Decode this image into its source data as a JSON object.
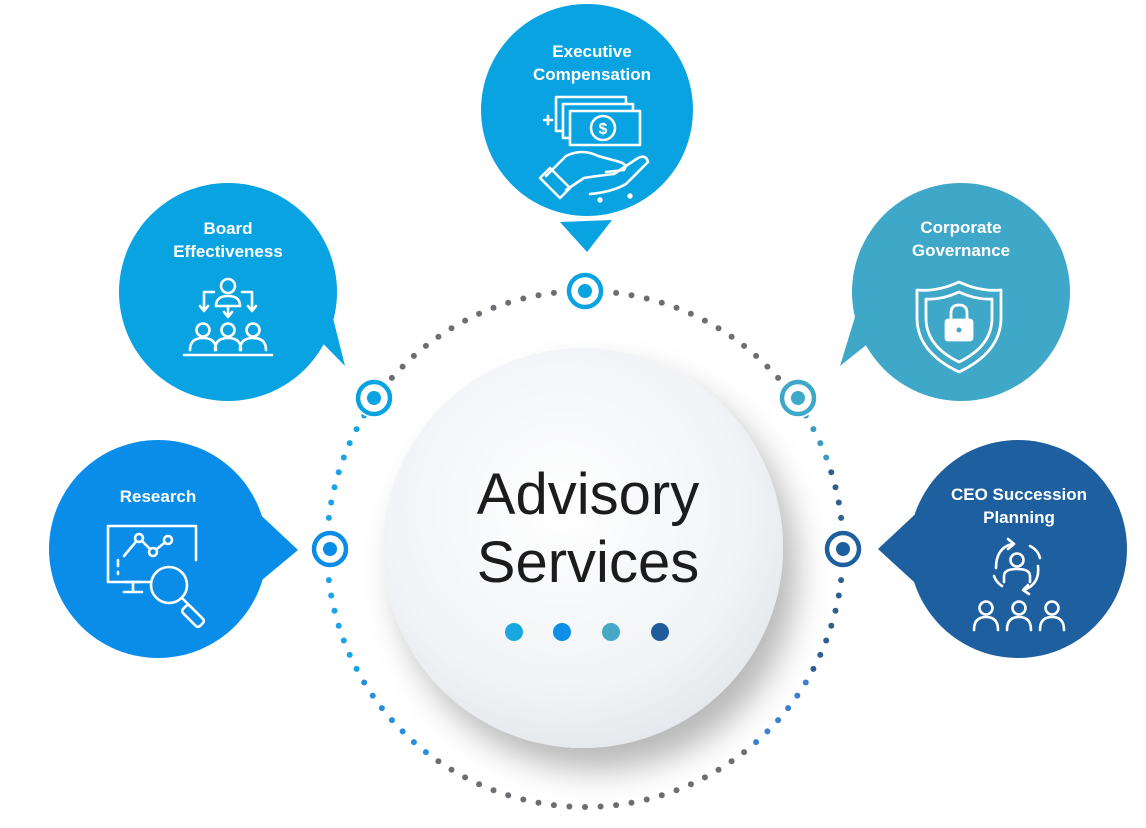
{
  "center": {
    "line1": "Advisory",
    "line2": "Services",
    "dot_colors": [
      "#1aa7e0",
      "#0e8ee6",
      "#46a9c7",
      "#1e5c9a"
    ]
  },
  "services": [
    {
      "key": "executive-compensation",
      "title": [
        "Executive",
        "Compensation"
      ],
      "color": "#0aa3e2",
      "icon": "money-in-hand-icon"
    },
    {
      "key": "board-effectiveness",
      "title": [
        "Board",
        "Effectiveness"
      ],
      "color": "#0aa3e2",
      "icon": "board-meeting-icon"
    },
    {
      "key": "corporate-governance",
      "title": [
        "Corporate",
        "Governance"
      ],
      "color": "#3fa7c8",
      "icon": "shield-lock-icon"
    },
    {
      "key": "research",
      "title": [
        "Research"
      ],
      "color": "#0a8de8",
      "icon": "analytics-magnifier-icon"
    },
    {
      "key": "ceo-succession-planning",
      "title": [
        "CEO Succession",
        "Planning"
      ],
      "color": "#1e5fa0",
      "icon": "succession-cycle-icon"
    }
  ]
}
